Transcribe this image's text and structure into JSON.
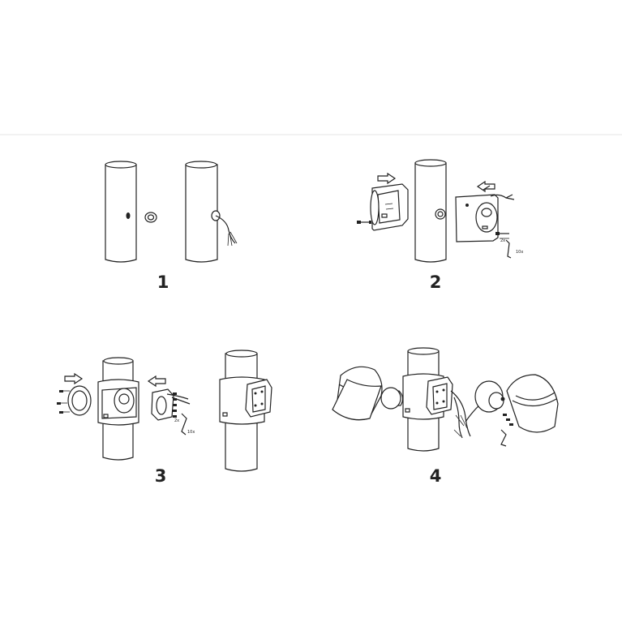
{
  "steps": [
    {
      "number": "1"
    },
    {
      "number": "2",
      "tool_labels": [
        "2x",
        "10x"
      ]
    },
    {
      "number": "3",
      "tool_labels": [
        "2x",
        "10x"
      ]
    },
    {
      "number": "4"
    }
  ],
  "colors": {
    "line": "#222222",
    "background": "#ffffff",
    "divider": "#e6e6e6"
  }
}
